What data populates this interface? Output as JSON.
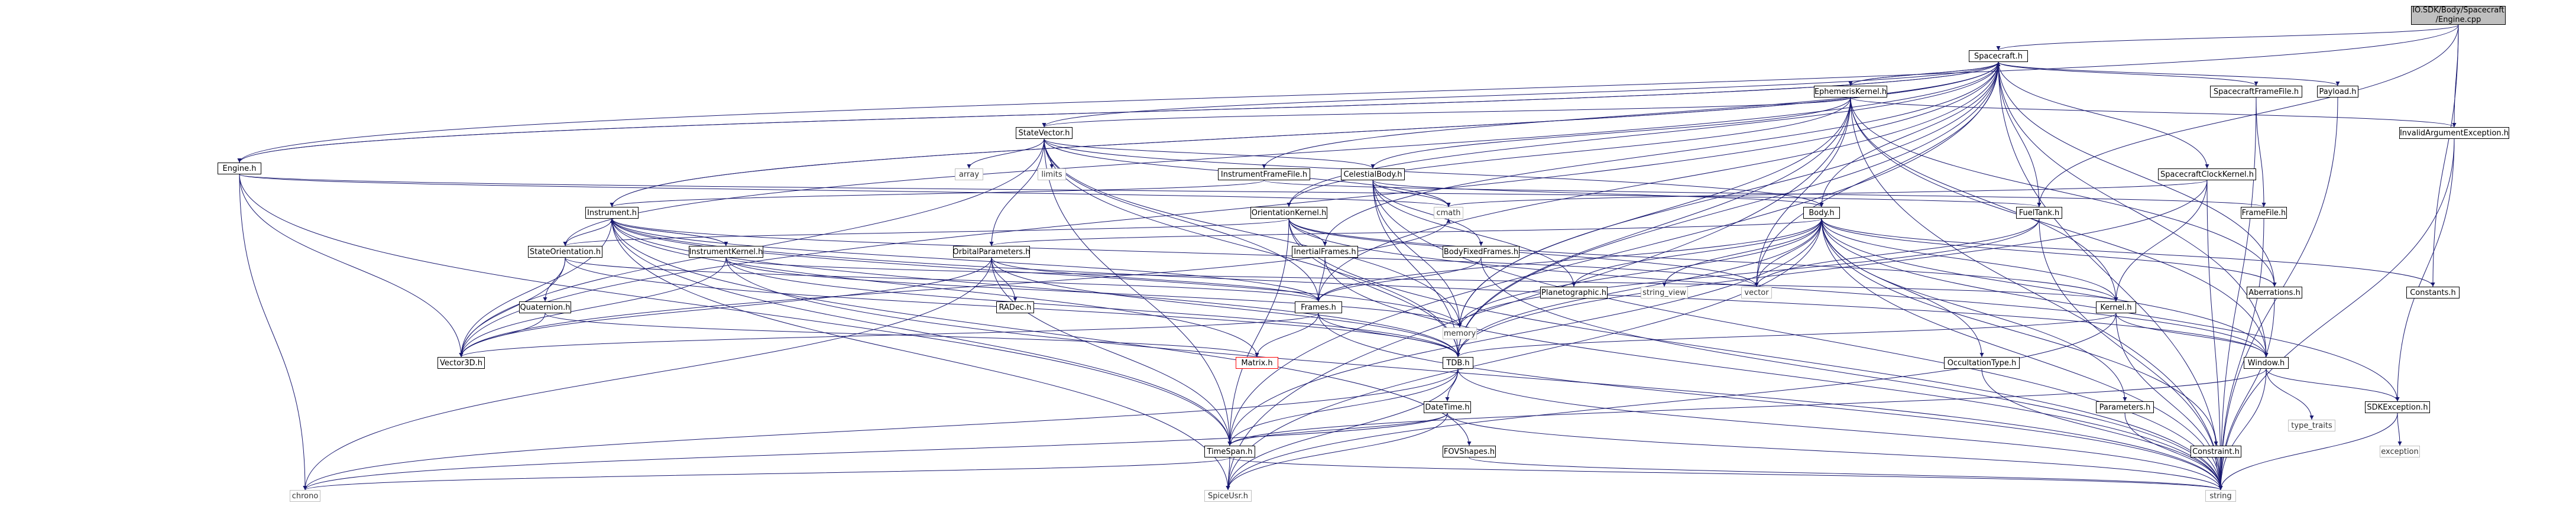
{
  "nodes": [
    {
      "id": "root",
      "label": "IO.SDK/Body/Spacecraft/Engine.cpp",
      "display": "IO.SDK/Body/Spacecraft\n/Engine.cpp",
      "kind": "root"
    },
    {
      "id": "spacecraft_h",
      "label": "Spacecraft.h"
    },
    {
      "id": "engine_h",
      "label": "Engine.h"
    },
    {
      "id": "invalidarg_h",
      "label": "InvalidArgumentException.h"
    },
    {
      "id": "constants_h",
      "label": "Constants.h"
    },
    {
      "id": "ephemeriskernel_h",
      "label": "EphemerisKernel.h"
    },
    {
      "id": "spacecraftframefile_h",
      "label": "SpacecraftFrameFile.h"
    },
    {
      "id": "payload_h",
      "label": "Payload.h"
    },
    {
      "id": "statevector_h",
      "label": "StateVector.h"
    },
    {
      "id": "instrumentframefile_h",
      "label": "InstrumentFrameFile.h"
    },
    {
      "id": "celestialbody_h",
      "label": "CelestialBody.h"
    },
    {
      "id": "spacecraftclockkernel_h",
      "label": "SpacecraftClockKernel.h"
    },
    {
      "id": "cmath",
      "label": "cmath",
      "kind": "ext"
    },
    {
      "id": "array",
      "label": "array",
      "kind": "ext"
    },
    {
      "id": "limits",
      "label": "limits",
      "kind": "ext"
    },
    {
      "id": "instrument_h",
      "label": "Instrument.h"
    },
    {
      "id": "orientationkernel_h",
      "label": "OrientationKernel.h"
    },
    {
      "id": "body_h",
      "label": "Body.h"
    },
    {
      "id": "fueltank_h",
      "label": "FuelTank.h"
    },
    {
      "id": "framefile_h",
      "label": "FrameFile.h"
    },
    {
      "id": "stateorientation_h",
      "label": "StateOrientation.h"
    },
    {
      "id": "instrumentkernel_h",
      "label": "InstrumentKernel.h"
    },
    {
      "id": "orbitalparameters_h",
      "label": "OrbitalParameters.h"
    },
    {
      "id": "inertialframes_h",
      "label": "InertialFrames.h"
    },
    {
      "id": "bodyfixedframes_h",
      "label": "BodyFixedFrames.h"
    },
    {
      "id": "planetographic_h",
      "label": "Planetographic.h"
    },
    {
      "id": "string_view",
      "label": "string_view",
      "kind": "ext"
    },
    {
      "id": "vector",
      "label": "vector",
      "kind": "ext"
    },
    {
      "id": "aberrations_h",
      "label": "Aberrations.h"
    },
    {
      "id": "radec_h",
      "label": "RADec.h"
    },
    {
      "id": "quaternion_h",
      "label": "Quaternion.h"
    },
    {
      "id": "frames_h",
      "label": "Frames.h"
    },
    {
      "id": "memory",
      "label": "memory",
      "kind": "ext"
    },
    {
      "id": "kernel_h",
      "label": "Kernel.h"
    },
    {
      "id": "vector3d_h",
      "label": "Vector3D.h"
    },
    {
      "id": "matrix_h",
      "label": "Matrix.h",
      "kind": "red"
    },
    {
      "id": "tdb_h",
      "label": "TDB.h"
    },
    {
      "id": "window_h",
      "label": "Window.h"
    },
    {
      "id": "occultationtype_h",
      "label": "OccultationType.h"
    },
    {
      "id": "datetime_h",
      "label": "DateTime.h"
    },
    {
      "id": "fovshapes_h",
      "label": "FOVShapes.h"
    },
    {
      "id": "type_traits",
      "label": "type_traits",
      "kind": "ext"
    },
    {
      "id": "sdkexception_h",
      "label": "SDKException.h"
    },
    {
      "id": "parameters_h",
      "label": "Parameters.h"
    },
    {
      "id": "constraint_h",
      "label": "Constraint.h"
    },
    {
      "id": "timespan_h",
      "label": "TimeSpan.h"
    },
    {
      "id": "exception",
      "label": "exception",
      "kind": "ext"
    },
    {
      "id": "chrono",
      "label": "chrono",
      "kind": "ext"
    },
    {
      "id": "spiceusr_h",
      "label": "SpiceUsr.h",
      "kind": "ext"
    },
    {
      "id": "string",
      "label": "string",
      "kind": "ext"
    }
  ],
  "edges": [
    [
      "root",
      "spacecraft_h"
    ],
    [
      "root",
      "engine_h"
    ],
    [
      "root",
      "invalidarg_h"
    ],
    [
      "root",
      "constants_h"
    ],
    [
      "root",
      "fueltank_h"
    ],
    [
      "spacecraft_h",
      "ephemeriskernel_h"
    ],
    [
      "spacecraft_h",
      "spacecraftframefile_h"
    ],
    [
      "spacecraft_h",
      "payload_h"
    ],
    [
      "spacecraft_h",
      "statevector_h"
    ],
    [
      "spacecraft_h",
      "instrumentframefile_h"
    ],
    [
      "spacecraft_h",
      "spacecraftclockkernel_h"
    ],
    [
      "spacecraft_h",
      "instrument_h"
    ],
    [
      "spacecraft_h",
      "orientationkernel_h"
    ],
    [
      "spacecraft_h",
      "body_h"
    ],
    [
      "spacecraft_h",
      "fueltank_h"
    ],
    [
      "spacecraft_h",
      "stateorientation_h"
    ],
    [
      "spacecraft_h",
      "inertialframes_h"
    ],
    [
      "spacecraft_h",
      "vector"
    ],
    [
      "spacecraft_h",
      "aberrations_h"
    ],
    [
      "spacecraft_h",
      "frames_h"
    ],
    [
      "spacecraft_h",
      "memory"
    ],
    [
      "spacecraft_h",
      "vector3d_h"
    ],
    [
      "spacecraft_h",
      "tdb_h"
    ],
    [
      "spacecraft_h",
      "window_h"
    ],
    [
      "spacecraft_h",
      "timespan_h"
    ],
    [
      "spacecraft_h",
      "engine_h"
    ],
    [
      "spacecraft_h",
      "string"
    ],
    [
      "engine_h",
      "spacecraft_h"
    ],
    [
      "engine_h",
      "cmath"
    ],
    [
      "engine_h",
      "vector3d_h"
    ],
    [
      "engine_h",
      "timespan_h"
    ],
    [
      "engine_h",
      "chrono"
    ],
    [
      "engine_h",
      "fueltank_h"
    ],
    [
      "ephemeriskernel_h",
      "spacecraft_h"
    ],
    [
      "ephemeriskernel_h",
      "statevector_h"
    ],
    [
      "ephemeriskernel_h",
      "celestialbody_h"
    ],
    [
      "ephemeriskernel_h",
      "invalidarg_h"
    ],
    [
      "ephemeriskernel_h",
      "orientationkernel_h"
    ],
    [
      "ephemeriskernel_h",
      "aberrations_h"
    ],
    [
      "ephemeriskernel_h",
      "kernel_h"
    ],
    [
      "ephemeriskernel_h",
      "window_h"
    ],
    [
      "ephemeriskernel_h",
      "vector"
    ],
    [
      "ephemeriskernel_h",
      "memory"
    ],
    [
      "ephemeriskernel_h",
      "tdb_h"
    ],
    [
      "ephemeriskernel_h",
      "string"
    ],
    [
      "ephemeriskernel_h",
      "spiceusr_h"
    ],
    [
      "spacecraftframefile_h",
      "framefile_h"
    ],
    [
      "spacecraftframefile_h",
      "string"
    ],
    [
      "payload_h",
      "string"
    ],
    [
      "statevector_h",
      "celestialbody_h"
    ],
    [
      "statevector_h",
      "cmath"
    ],
    [
      "statevector_h",
      "array"
    ],
    [
      "statevector_h",
      "limits"
    ],
    [
      "statevector_h",
      "orbitalparameters_h"
    ],
    [
      "statevector_h",
      "vector3d_h"
    ],
    [
      "statevector_h",
      "frames_h"
    ],
    [
      "statevector_h",
      "tdb_h"
    ],
    [
      "statevector_h",
      "body_h"
    ],
    [
      "statevector_h",
      "timespan_h"
    ],
    [
      "statevector_h",
      "memory"
    ],
    [
      "instrumentframefile_h",
      "framefile_h"
    ],
    [
      "instrumentframefile_h",
      "instrument_h"
    ],
    [
      "celestialbody_h",
      "body_h"
    ],
    [
      "celestialbody_h",
      "cmath"
    ],
    [
      "celestialbody_h",
      "bodyfixedframes_h"
    ],
    [
      "celestialbody_h",
      "planetographic_h"
    ],
    [
      "celestialbody_h",
      "tdb_h"
    ],
    [
      "celestialbody_h",
      "memory"
    ],
    [
      "celestialbody_h",
      "string"
    ],
    [
      "spacecraftclockkernel_h",
      "kernel_h"
    ],
    [
      "spacecraftclockkernel_h",
      "tdb_h"
    ],
    [
      "spacecraftclockkernel_h",
      "cmath"
    ],
    [
      "spacecraftclockkernel_h",
      "string"
    ],
    [
      "instrument_h",
      "spacecraft_h"
    ],
    [
      "instrument_h",
      "instrumentkernel_h"
    ],
    [
      "instrument_h",
      "stateorientation_h"
    ],
    [
      "instrument_h",
      "vector3d_h"
    ],
    [
      "instrument_h",
      "frames_h"
    ],
    [
      "instrument_h",
      "matrix_h"
    ],
    [
      "instrument_h",
      "tdb_h"
    ],
    [
      "instrument_h",
      "window_h"
    ],
    [
      "instrument_h",
      "vector"
    ],
    [
      "instrument_h",
      "memory"
    ],
    [
      "instrument_h",
      "timespan_h"
    ],
    [
      "instrument_h",
      "fovshapes_h"
    ],
    [
      "instrument_h",
      "spiceusr_h"
    ],
    [
      "orientationkernel_h",
      "kernel_h"
    ],
    [
      "orientationkernel_h",
      "stateorientation_h"
    ],
    [
      "orientationkernel_h",
      "inertialframes_h"
    ],
    [
      "orientationkernel_h",
      "tdb_h"
    ],
    [
      "orientationkernel_h",
      "window_h"
    ],
    [
      "orientationkernel_h",
      "vector"
    ],
    [
      "orientationkernel_h",
      "string"
    ],
    [
      "orientationkernel_h",
      "timespan_h"
    ],
    [
      "body_h",
      "orbitalparameters_h"
    ],
    [
      "body_h",
      "planetographic_h"
    ],
    [
      "body_h",
      "string_view"
    ],
    [
      "body_h",
      "vector"
    ],
    [
      "body_h",
      "aberrations_h"
    ],
    [
      "body_h",
      "constants_h"
    ],
    [
      "body_h",
      "frames_h"
    ],
    [
      "body_h",
      "memory"
    ],
    [
      "body_h",
      "kernel_h"
    ],
    [
      "body_h",
      "tdb_h"
    ],
    [
      "body_h",
      "window_h"
    ],
    [
      "body_h",
      "occultationtype_h"
    ],
    [
      "body_h",
      "sdkexception_h"
    ],
    [
      "body_h",
      "parameters_h"
    ],
    [
      "body_h",
      "constraint_h"
    ],
    [
      "body_h",
      "timespan_h"
    ],
    [
      "body_h",
      "string"
    ],
    [
      "body_h",
      "spiceusr_h"
    ],
    [
      "fueltank_h",
      "vector"
    ],
    [
      "fueltank_h",
      "memory"
    ],
    [
      "fueltank_h",
      "string"
    ],
    [
      "framefile_h",
      "string"
    ],
    [
      "stateorientation_h",
      "quaternion_h"
    ],
    [
      "stateorientation_h",
      "vector3d_h"
    ],
    [
      "stateorientation_h",
      "frames_h"
    ],
    [
      "stateorientation_h",
      "tdb_h"
    ],
    [
      "instrumentkernel_h",
      "instrument_h"
    ],
    [
      "instrumentkernel_h",
      "kernel_h"
    ],
    [
      "instrumentkernel_h",
      "vector3d_h"
    ],
    [
      "instrumentkernel_h",
      "tdb_h"
    ],
    [
      "instrumentkernel_h",
      "string"
    ],
    [
      "instrumentkernel_h",
      "memory"
    ],
    [
      "orbitalparameters_h",
      "radec_h"
    ],
    [
      "orbitalparameters_h",
      "frames_h"
    ],
    [
      "orbitalparameters_h",
      "vector3d_h"
    ],
    [
      "orbitalparameters_h",
      "tdb_h"
    ],
    [
      "orbitalparameters_h",
      "timespan_h"
    ],
    [
      "orbitalparameters_h",
      "chrono"
    ],
    [
      "inertialframes_h",
      "frames_h"
    ],
    [
      "inertialframes_h",
      "string"
    ],
    [
      "bodyfixedframes_h",
      "frames_h"
    ],
    [
      "bodyfixedframes_h",
      "string"
    ],
    [
      "quaternion_h",
      "vector3d_h"
    ],
    [
      "quaternion_h",
      "matrix_h"
    ],
    [
      "frames_h",
      "string"
    ],
    [
      "frames_h",
      "matrix_h"
    ],
    [
      "frames_h",
      "tdb_h"
    ],
    [
      "frames_h",
      "vector3d_h"
    ],
    [
      "kernel_h",
      "string"
    ],
    [
      "kernel_h",
      "spiceusr_h"
    ],
    [
      "kernel_h",
      "tdb_h"
    ],
    [
      "kernel_h",
      "window_h"
    ],
    [
      "vector3d_h",
      "cmath"
    ],
    [
      "tdb_h",
      "datetime_h"
    ],
    [
      "tdb_h",
      "timespan_h"
    ],
    [
      "tdb_h",
      "string"
    ],
    [
      "tdb_h",
      "chrono"
    ],
    [
      "tdb_h",
      "spiceusr_h"
    ],
    [
      "window_h",
      "sdkexception_h"
    ],
    [
      "window_h",
      "type_traits"
    ],
    [
      "window_h",
      "timespan_h"
    ],
    [
      "window_h",
      "string"
    ],
    [
      "datetime_h",
      "timespan_h"
    ],
    [
      "datetime_h",
      "string"
    ],
    [
      "datetime_h",
      "chrono"
    ],
    [
      "datetime_h",
      "spiceusr_h"
    ],
    [
      "fovshapes_h",
      "string"
    ],
    [
      "occultationtype_h",
      "string"
    ],
    [
      "sdkexception_h",
      "exception"
    ],
    [
      "sdkexception_h",
      "string"
    ],
    [
      "parameters_h",
      "string"
    ],
    [
      "constraint_h",
      "string"
    ],
    [
      "timespan_h",
      "chrono"
    ],
    [
      "timespan_h",
      "string"
    ],
    [
      "timespan_h",
      "spiceusr_h"
    ],
    [
      "invalidarg_h",
      "sdkexception_h"
    ],
    [
      "invalidarg_h",
      "string"
    ],
    [
      "aberrations_h",
      "string"
    ]
  ]
}
